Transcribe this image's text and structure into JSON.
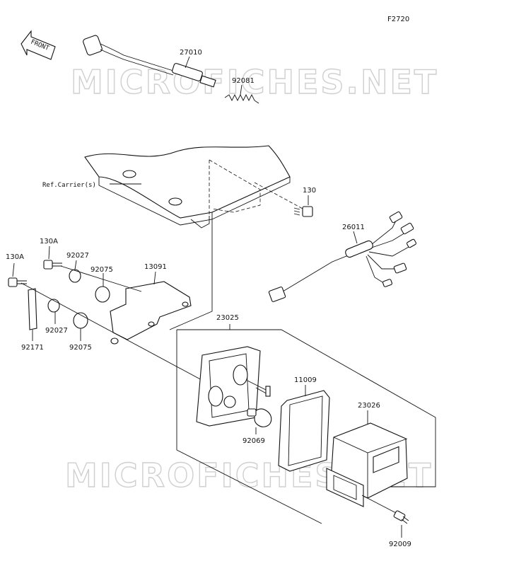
{
  "figure_code": "F2720",
  "front_badge": "FRONT",
  "watermark": "MICROFICHES.NET",
  "reference_label": "Ref.Carrier(s)",
  "parts": {
    "harness_27010": "27010",
    "spring_92081": "92081",
    "bolt_130": "130",
    "harness_26011": "26011",
    "bolt_130a_upper": "130A",
    "bolt_130a_left": "130A",
    "collar_92027_upper": "92027",
    "grommet_92075_upper": "92075",
    "bracket_13091": "13091",
    "lamp_assy_23025": "23025",
    "plate_92171": "92171",
    "collar_92027_lower": "92027",
    "grommet_92075_lower": "92075",
    "lens_11009": "11009",
    "lens_assy_23026": "23026",
    "bulb_92069": "92069",
    "screw_92009": "92009"
  }
}
